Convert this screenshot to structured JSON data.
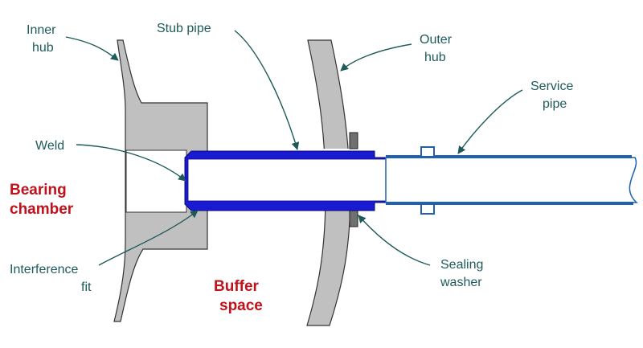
{
  "diagram": {
    "labels": {
      "inner_hub": [
        "Inner",
        "hub"
      ],
      "stub_pipe": "Stub pipe",
      "outer_hub": [
        "Outer",
        "hub"
      ],
      "service_pipe": [
        "Service",
        "pipe"
      ],
      "weld": "Weld",
      "interference_fit": [
        "Interference",
        "fit"
      ],
      "sealing_washer": [
        "Sealing",
        "washer"
      ]
    },
    "regions": {
      "bearing_chamber": [
        "Bearing",
        "chamber"
      ],
      "buffer_space": [
        "Buffer",
        "space"
      ]
    },
    "colors": {
      "hub_fill": "#c0c0c0",
      "outline": "#333333",
      "stub_pipe": "#1a1ad4",
      "service_pipe": "#2060b0",
      "label_text": "#1e5a5a",
      "leader_line": "#1e5a5a",
      "region_text": "#c0121c",
      "washer": "#707070"
    }
  }
}
